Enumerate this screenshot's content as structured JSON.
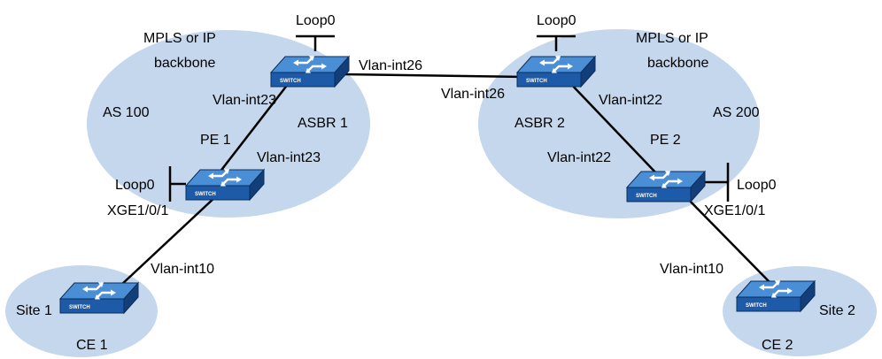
{
  "colors": {
    "cloud": "#c5d7ec",
    "switch_top": "#4a8fd6",
    "switch_front": "#1d5aa8",
    "switch_side": "#123f7a",
    "switch_edge": "#0b2e5c",
    "link": "#000000"
  },
  "switch_badge": "SWITCH",
  "clouds": [
    {
      "id": "as100",
      "title_line1": "MPLS or IP",
      "title_line2": "backbone",
      "as_label": "AS 100"
    },
    {
      "id": "as200",
      "title_line1": "MPLS or IP",
      "title_line2": "backbone",
      "as_label": "AS 200"
    },
    {
      "id": "site1",
      "label": "Site 1"
    },
    {
      "id": "site2",
      "label": "Site 2"
    }
  ],
  "devices": {
    "asbr1": {
      "name": "ASBR 1",
      "icon": "switch-icon"
    },
    "asbr2": {
      "name": "ASBR 2",
      "icon": "switch-icon"
    },
    "pe1": {
      "name": "PE 1",
      "icon": "switch-icon"
    },
    "pe2": {
      "name": "PE 2",
      "icon": "switch-icon"
    },
    "ce1": {
      "name": "CE 1",
      "icon": "switch-icon"
    },
    "ce2": {
      "name": "CE 2",
      "icon": "switch-icon"
    }
  },
  "interfaces": {
    "asbr1_loop": "Loop0",
    "asbr2_loop": "Loop0",
    "pe1_loop": "Loop0",
    "pe2_loop": "Loop0",
    "asbr1_to_asbr2": "Vlan-int26",
    "asbr2_to_asbr1": "Vlan-int26",
    "asbr1_to_pe1": "Vlan-int23",
    "pe1_to_asbr1": "Vlan-int23",
    "asbr2_to_pe2": "Vlan-int22",
    "pe2_to_asbr2": "Vlan-int22",
    "pe1_to_ce1": "XGE1/0/1",
    "ce1_to_pe1": "Vlan-int10",
    "pe2_to_ce2": "XGE1/0/1",
    "ce2_to_pe2": "Vlan-int10"
  }
}
